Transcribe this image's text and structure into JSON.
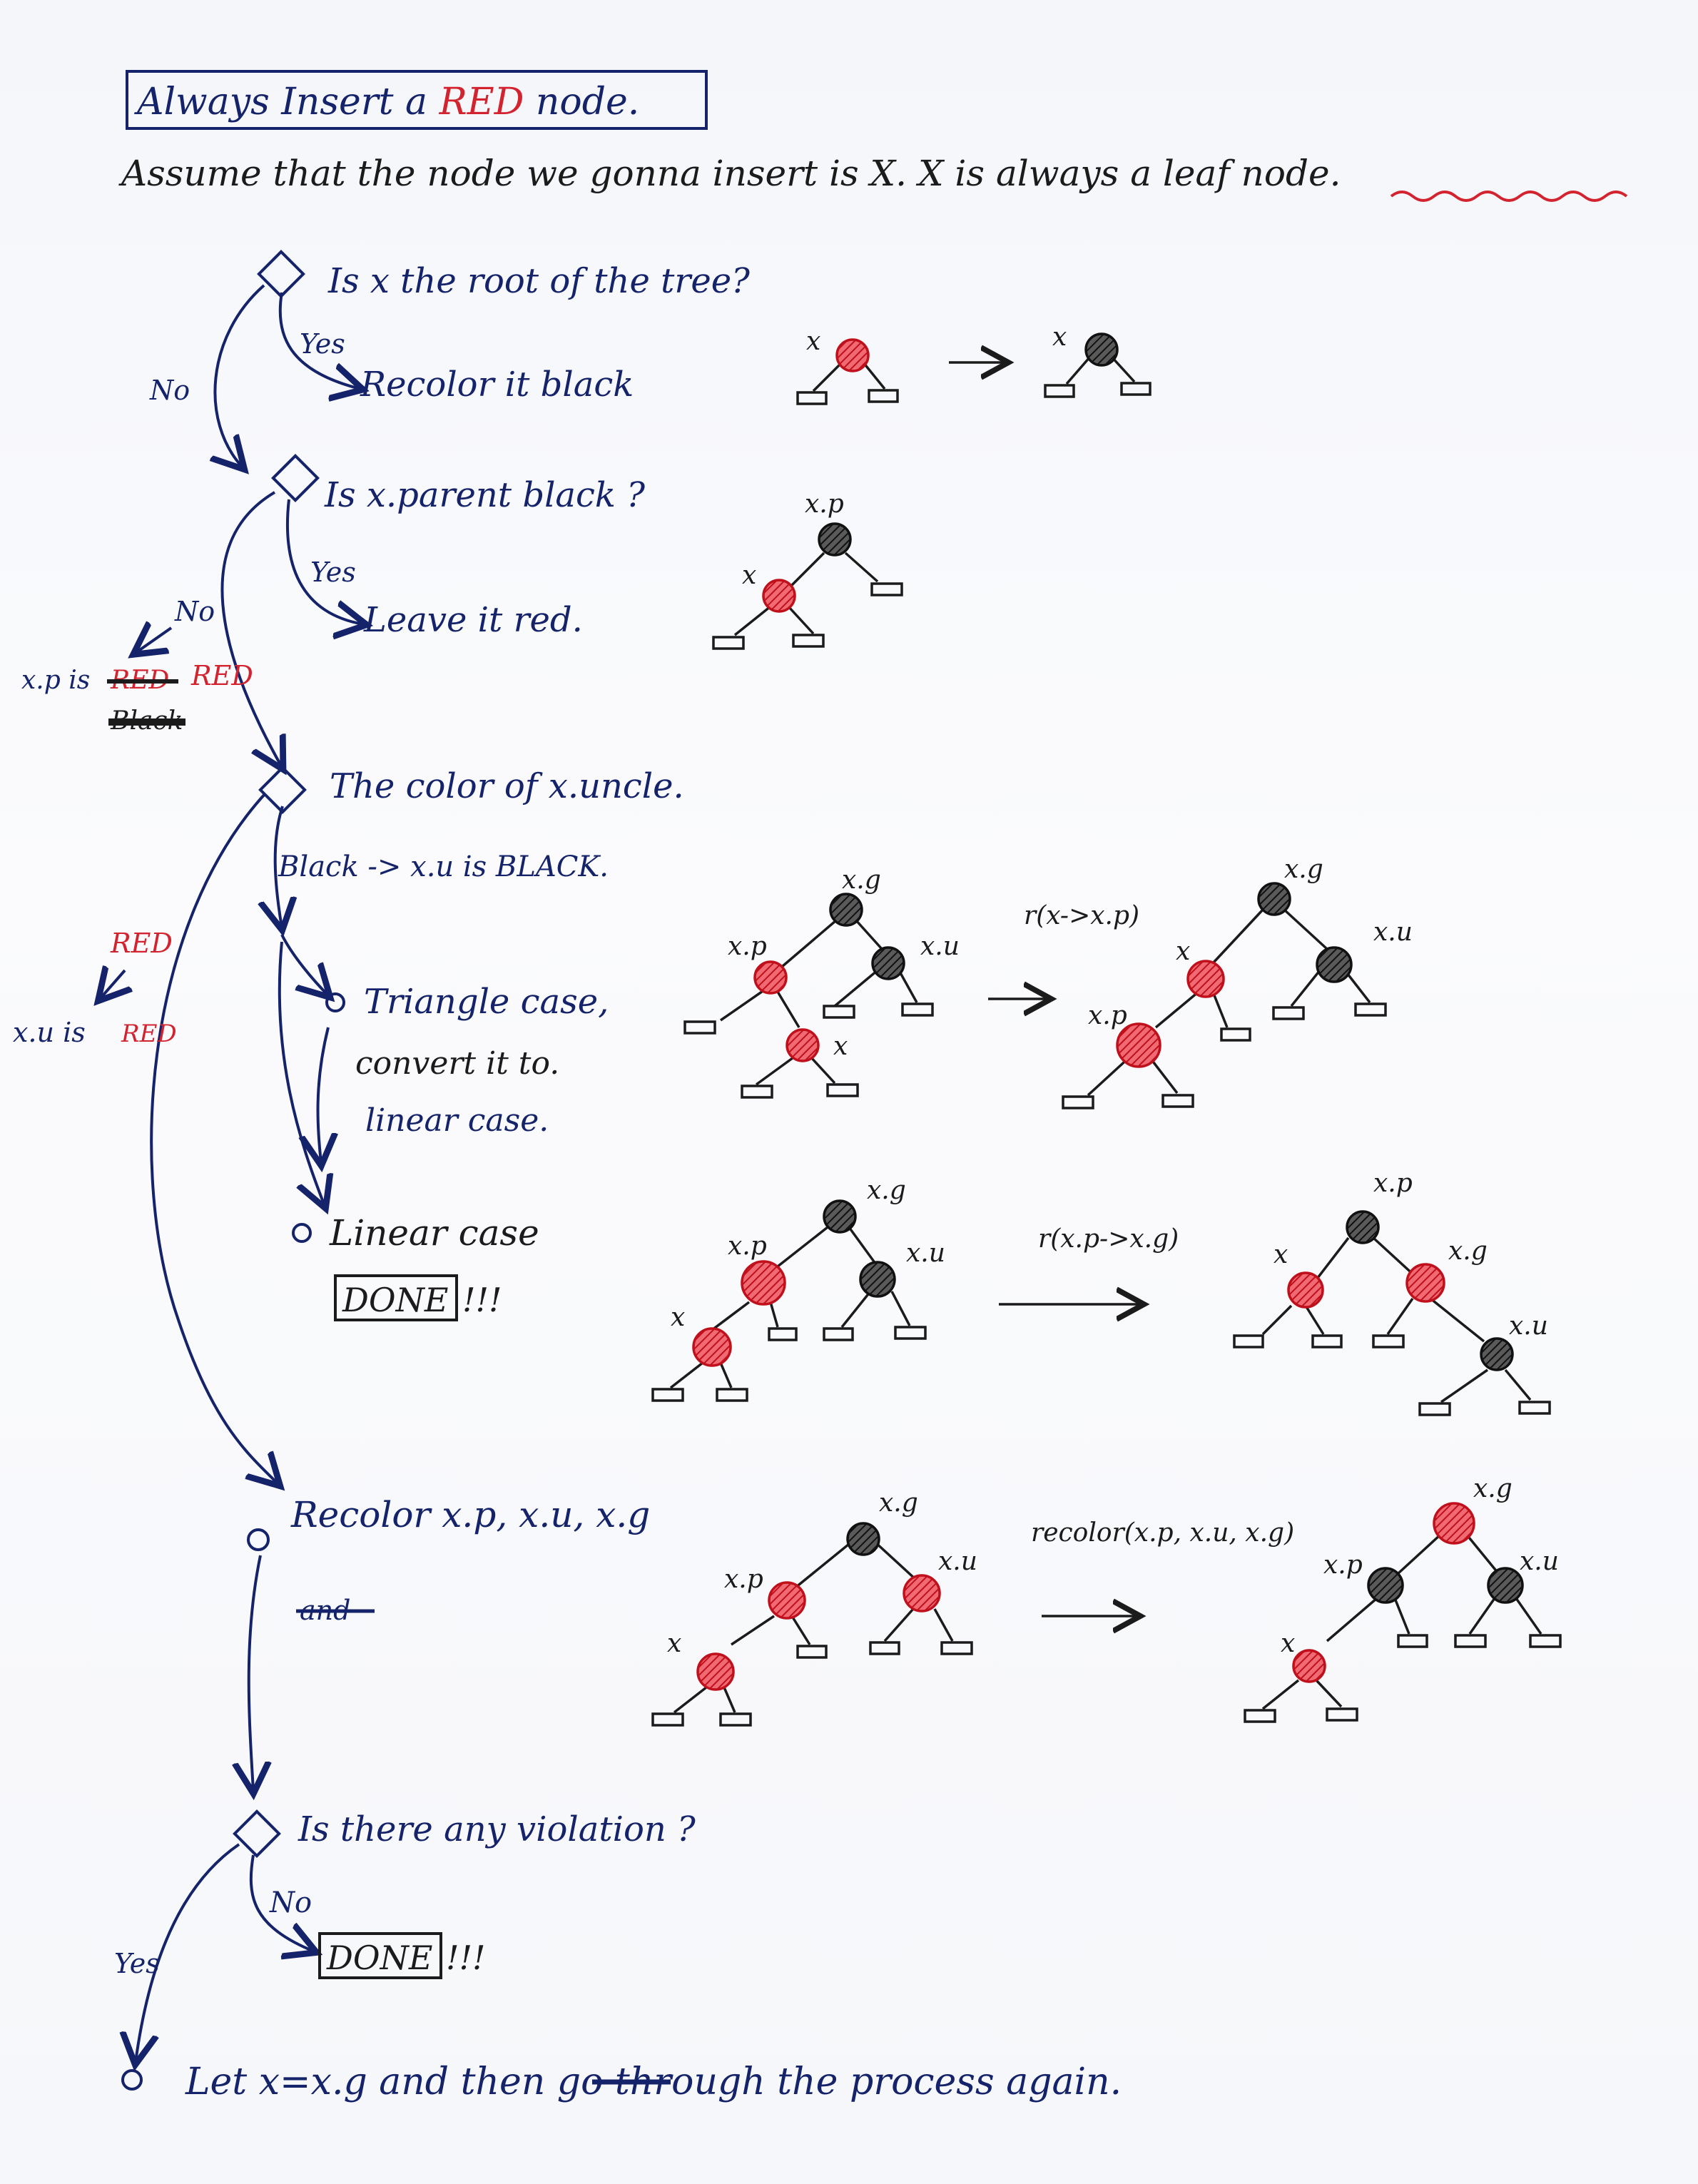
{
  "header": {
    "title_pre": "Always Insert a ",
    "title_red": "RED",
    "title_post": " node.",
    "assumption_pre": "Assume that the node we gonna insert is X. X is always ",
    "assumption_leaf": "a leaf node."
  },
  "flow": {
    "q_root": "Is x the root of the tree?",
    "yes": "Yes",
    "no": "No",
    "recolor_black": "Recolor it black",
    "q_parent": "Is x.parent black ?",
    "leave_red": "Leave it red.",
    "xp_is_label": "x.p is",
    "xp_red": "RED",
    "xp_struck_red": "RED",
    "xp_struck_black": "Black",
    "q_uncle": "The color of x.uncle.",
    "black_branch": "Black -> x.u is BLACK.",
    "red_arrow_label": "RED",
    "xu_is": "x.u is",
    "xu_red": "RED",
    "triangle_line1": "Triangle case,",
    "triangle_line2": "convert it to.",
    "triangle_line3": "linear case.",
    "linear_case": "Linear case",
    "done": "DONE",
    "bangs": "!!!",
    "recolor_step": "Recolor x.p, x.u, x.g",
    "struck_and": "and",
    "q_violation": "Is there any violation ?",
    "no2": "No",
    "yes2": "Yes",
    "done2": "DONE",
    "bangs2": "!!!",
    "final_pre": "Let x=x.g and ",
    "final_struck": "then",
    "final_post": " go through the process again."
  },
  "diagrams": {
    "label_x": "x",
    "label_xp": "x.p",
    "label_xg": "x.g",
    "label_xu": "x.u",
    "rot1": "r(x->x.p)",
    "rot2": "r(x.p->x.g)",
    "recolor_op": "recolor(x.p, x.u, x.g)"
  },
  "colors": {
    "ink_navy": "#15236b",
    "ink_black": "#1b1b1b",
    "ink_red": "#d3232f"
  }
}
